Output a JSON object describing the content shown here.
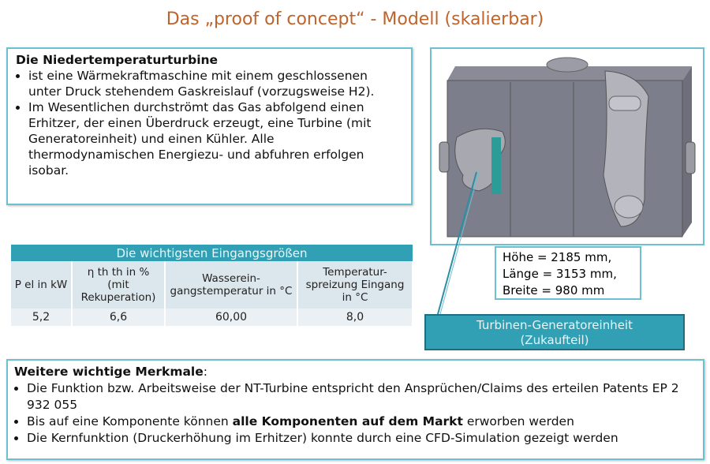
{
  "title": "Das „proof of concept“ - Modell (skalierbar)",
  "intro": {
    "heading": "Die Niedertemperaturturbine",
    "bullets": [
      "ist eine Wärmekraftmaschine mit einem geschlossenen unter Druck stehendem Gaskreislauf (vorzugsweise H2).",
      "Im Wesentlichen durchströmt das Gas abfolgend einen Erhitzer, der einen Überdruck erzeugt, eine Turbine (mit Generatoreinheit) und einen Kühler. Alle thermodynamischen Energiezu- und abfuhren erfolgen isobar."
    ]
  },
  "table": {
    "title": "Die wichtigsten Eingangsgrößen",
    "headers": [
      "P el in kW",
      "η th th in % (mit Rekuperation)",
      "Wasserein-gangstemperatur in °C",
      "Temperatur-spreizung Eingang in °C"
    ],
    "values": [
      "5,2",
      "6,6",
      "60,00",
      "8,0"
    ]
  },
  "dimensions": [
    "Höhe = 2185 mm,",
    "Länge = 3153 mm,",
    "Breite = 980 mm"
  ],
  "callout": {
    "line1": "Turbinen-Generatoreinheit",
    "line2": "(Zukaufteil)"
  },
  "features": {
    "heading": "Weitere wichtige Merkmale",
    "colon": ":",
    "b1": "Die Funktion bzw. Arbeitsweise der NT-Turbine entspricht den Ansprüchen/Claims des erteilen Patents EP 2 932 055",
    "b2_pre": "Bis auf eine Komponente können ",
    "b2_bold": "alle Komponenten auf dem Markt",
    "b2_post": " erworben werden",
    "b3": "Die Kernfunktion (Druckerhöhung im Erhitzer) konnte durch eine CFD-Simulation gezeigt werden"
  },
  "colors": {
    "accent": "#31a0b5",
    "title": "#c0632b"
  }
}
